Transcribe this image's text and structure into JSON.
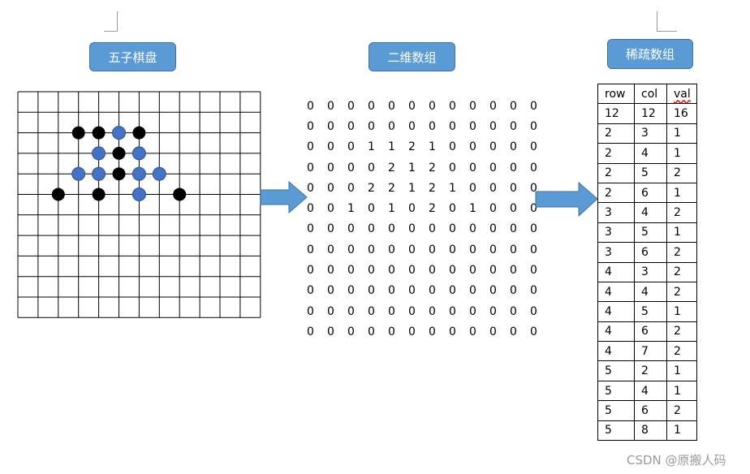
{
  "labels": {
    "board": "五子棋盘",
    "array": "二维数组",
    "sparse": "稀疏数组"
  },
  "board": {
    "rows": 11,
    "cols": 12,
    "stones": [
      {
        "row": 2,
        "col": 3,
        "color": "black"
      },
      {
        "row": 2,
        "col": 4,
        "color": "black"
      },
      {
        "row": 2,
        "col": 5,
        "color": "blue"
      },
      {
        "row": 2,
        "col": 6,
        "color": "black"
      },
      {
        "row": 3,
        "col": 4,
        "color": "blue"
      },
      {
        "row": 3,
        "col": 5,
        "color": "black"
      },
      {
        "row": 3,
        "col": 6,
        "color": "blue"
      },
      {
        "row": 4,
        "col": 3,
        "color": "blue"
      },
      {
        "row": 4,
        "col": 4,
        "color": "blue"
      },
      {
        "row": 4,
        "col": 5,
        "color": "black"
      },
      {
        "row": 4,
        "col": 6,
        "color": "blue"
      },
      {
        "row": 4,
        "col": 7,
        "color": "blue"
      },
      {
        "row": 5,
        "col": 2,
        "color": "black"
      },
      {
        "row": 5,
        "col": 4,
        "color": "black"
      },
      {
        "row": 5,
        "col": 6,
        "color": "blue"
      },
      {
        "row": 5,
        "col": 8,
        "color": "black"
      }
    ],
    "colors": {
      "black": "#000000",
      "blue": "#4472c4",
      "blue_stroke": "#2f528f"
    }
  },
  "matrix": [
    [
      "0",
      "0",
      "0",
      "0",
      "0",
      "0",
      "0",
      "0",
      "0",
      "0",
      "0",
      "0"
    ],
    [
      "0",
      "0",
      "0",
      "0",
      "0",
      "0",
      "0",
      "0",
      "0",
      "0",
      "0",
      "0"
    ],
    [
      "0",
      "0",
      "0",
      "1",
      "1",
      "2",
      "1",
      "0",
      "0",
      "0",
      "0",
      "0"
    ],
    [
      "0",
      "0",
      "0",
      "0",
      "2",
      "1",
      "2",
      "0",
      "0",
      "0",
      "0",
      "0"
    ],
    [
      "0",
      "0",
      "0",
      "2",
      "2",
      "1",
      "2",
      "1",
      "0",
      "0",
      "0",
      "0"
    ],
    [
      "0",
      "0",
      "1",
      "0",
      "1",
      "0",
      "2",
      "0",
      "1",
      "0",
      "0",
      "0"
    ],
    [
      "0",
      "0",
      "0",
      "0",
      "0",
      "0",
      "0",
      "0",
      "0",
      "0",
      "0",
      "0"
    ],
    [
      "0",
      "0",
      "0",
      "0",
      "0",
      "0",
      "0",
      "0",
      "0",
      "0",
      "0",
      "0"
    ],
    [
      "0",
      "0",
      "0",
      "0",
      "0",
      "0",
      "0",
      "0",
      "0",
      "0",
      "0",
      "0"
    ],
    [
      "0",
      "0",
      "0",
      "0",
      "0",
      "0",
      "0",
      "0",
      "0",
      "0",
      "0",
      "0"
    ],
    [
      "0",
      "0",
      "0",
      "0",
      "0",
      "0",
      "0",
      "0",
      "0",
      "0",
      "0",
      "0"
    ],
    [
      "0",
      "0",
      "0",
      "0",
      "0",
      "0",
      "0",
      "0",
      "0",
      "0",
      "0",
      "0"
    ]
  ],
  "sparse": {
    "headers": [
      "row",
      "col",
      "val"
    ],
    "rows": [
      [
        "12",
        "12",
        "16"
      ],
      [
        "2",
        "3",
        "1"
      ],
      [
        "2",
        "4",
        "1"
      ],
      [
        "2",
        "5",
        "2"
      ],
      [
        "2",
        "6",
        "1"
      ],
      [
        "3",
        "4",
        "2"
      ],
      [
        "3",
        "5",
        "1"
      ],
      [
        "3",
        "6",
        "2"
      ],
      [
        "4",
        "3",
        "2"
      ],
      [
        "4",
        "4",
        "2"
      ],
      [
        "4",
        "5",
        "1"
      ],
      [
        "4",
        "6",
        "2"
      ],
      [
        "4",
        "7",
        "2"
      ],
      [
        "5",
        "2",
        "1"
      ],
      [
        "5",
        "4",
        "1"
      ],
      [
        "5",
        "6",
        "2"
      ],
      [
        "5",
        "8",
        "1"
      ]
    ]
  },
  "arrow_color": "#5b9bd5",
  "watermark": "CSDN @原搬人码"
}
